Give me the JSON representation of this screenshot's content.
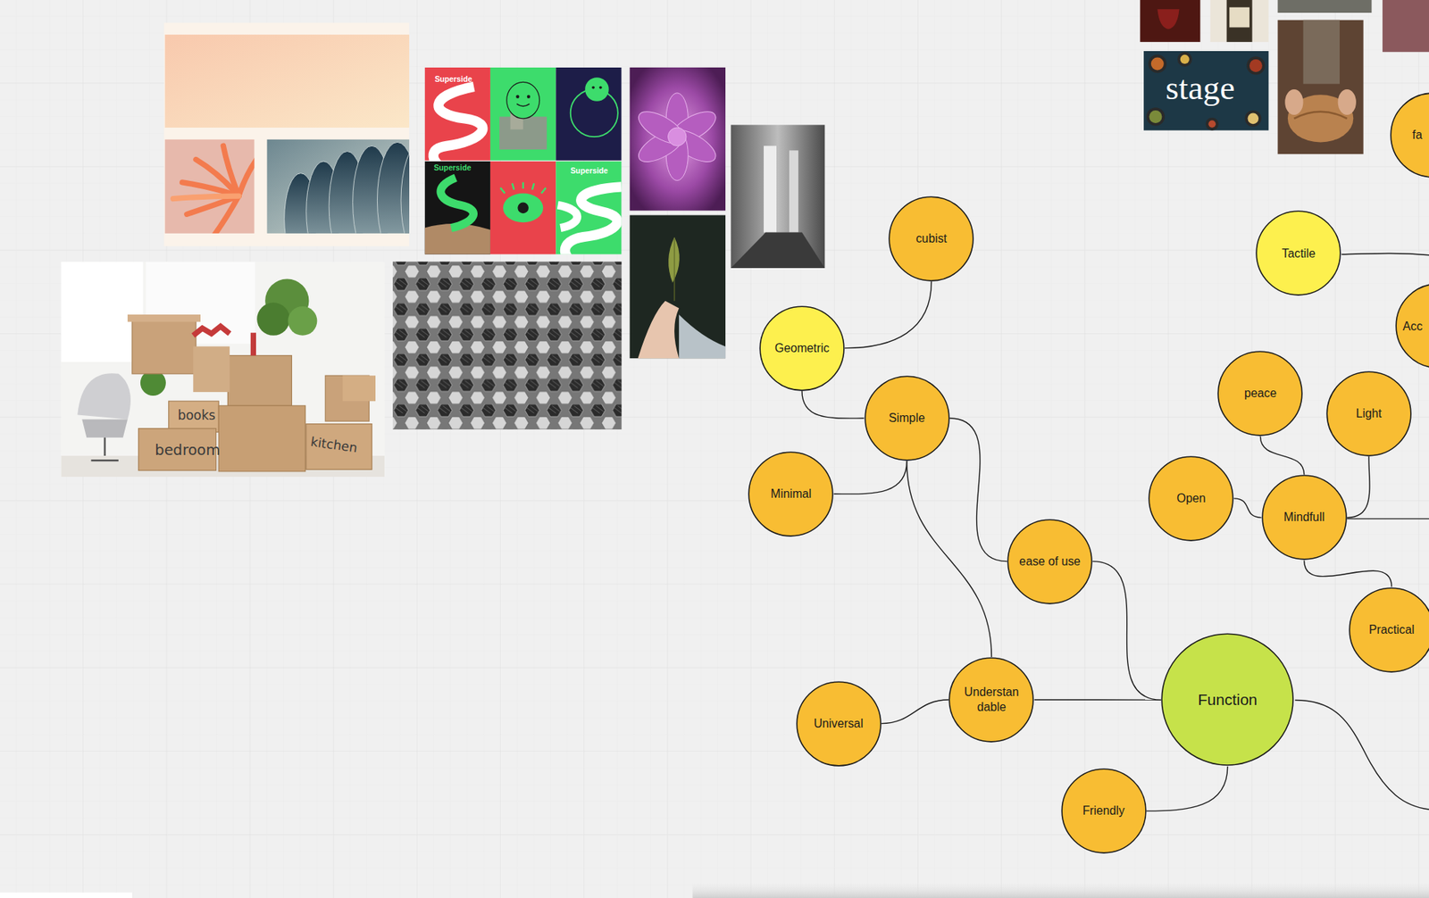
{
  "diagram": {
    "nodes": [
      {
        "text": [
          "fa"
        ]
      },
      {
        "text": [
          "cubist"
        ]
      },
      {
        "text": [
          "Tactile"
        ]
      },
      {
        "text": [
          "Acc"
        ]
      },
      {
        "text": [
          "Geometric"
        ]
      },
      {
        "text": [
          "peace"
        ]
      },
      {
        "text": [
          "Light"
        ]
      },
      {
        "text": [
          "Simple"
        ]
      },
      {
        "text": [
          "Minimal"
        ]
      },
      {
        "text": [
          "Open"
        ]
      },
      {
        "text": [
          "Mindfull"
        ]
      },
      {
        "text": [
          "ease of use"
        ]
      },
      {
        "text": [
          "Practical"
        ]
      },
      {
        "text": [
          "Understandable"
        ]
      },
      {
        "text": [
          "Function"
        ]
      },
      {
        "text": [
          "Universal"
        ]
      },
      {
        "text": [
          "Friendly"
        ]
      }
    ],
    "edges": [
      {
        "from": 1,
        "to": 4,
        "arrow": "none"
      },
      {
        "from": 4,
        "to": 7,
        "arrow": "none"
      },
      {
        "from": 8,
        "to": 7,
        "arrow": "none"
      },
      {
        "from": 7,
        "to": 11,
        "arrow": "none"
      },
      {
        "from": 7,
        "to": 13,
        "arrow": "none"
      },
      {
        "from": 15,
        "to": 13,
        "arrow": "none"
      },
      {
        "from": 13,
        "to": 14,
        "arrow": "none"
      },
      {
        "from": 11,
        "to": 14,
        "arrow": "none"
      },
      {
        "from": 14,
        "to": 16,
        "arrow": "none"
      },
      {
        "from": 5,
        "to": 10,
        "arrow": "none"
      },
      {
        "from": 9,
        "to": 10,
        "arrow": "none"
      },
      {
        "from": 6,
        "to": 10,
        "arrow": "none"
      },
      {
        "from": 10,
        "to": 12,
        "arrow": "none"
      }
    ],
    "labels": [
      "Superside",
      "Superside",
      "Superside",
      "stage",
      "books",
      "bedroom",
      "kitchen"
    ]
  }
}
